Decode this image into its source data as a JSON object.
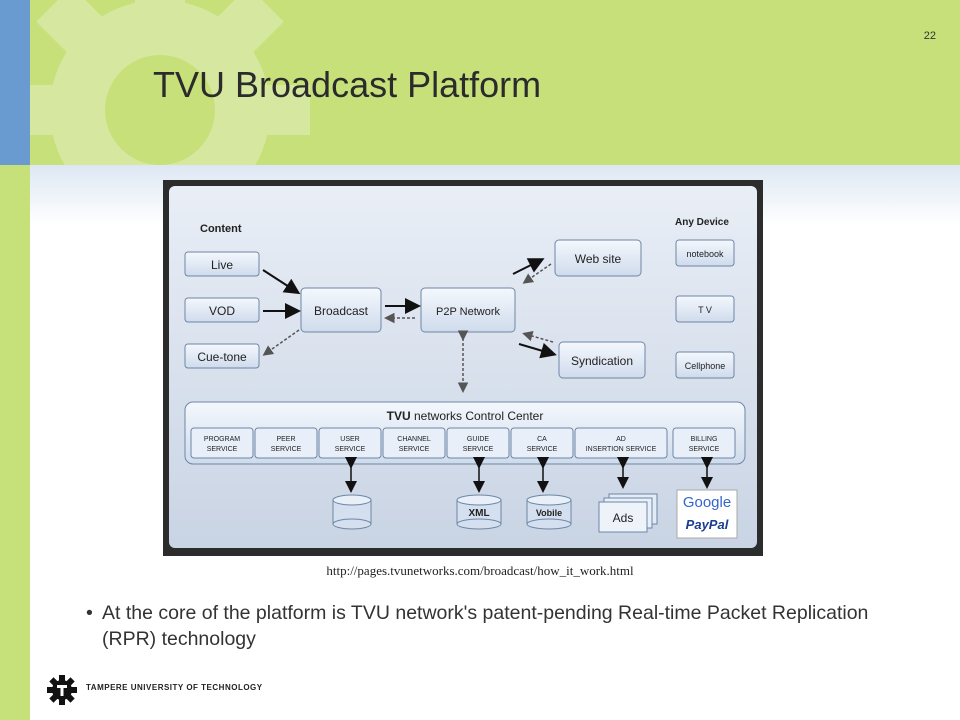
{
  "slide": {
    "number": "22",
    "title": "TVU Broadcast Platform",
    "caption": "http://pages.tvunetworks.com/broadcast/how_it_work.html",
    "bullet": "At the core of the platform is TVU network's patent-pending Real-time Packet Replication (RPR) technology",
    "footer": "TAMPERE UNIVERSITY OF TECHNOLOGY"
  },
  "diagram": {
    "content_label": "Content",
    "any_device_label": "Any Device",
    "sources": [
      "Live",
      "VOD",
      "Cue-tone"
    ],
    "broadcast": "Broadcast",
    "p2p": "P2P Network",
    "website": "Web site",
    "syndication": "Syndication",
    "devices": [
      "notebook",
      "T V",
      "Cellphone"
    ],
    "control_center_brand": "TVU",
    "control_center": "networks Control Center",
    "services": [
      {
        "l1": "PROGRAM",
        "l2": "SERVICE"
      },
      {
        "l1": "PEER",
        "l2": "SERVICE"
      },
      {
        "l1": "USER",
        "l2": "SERVICE"
      },
      {
        "l1": "CHANNEL",
        "l2": "SERVICE"
      },
      {
        "l1": "GUIDE",
        "l2": "SERVICE"
      },
      {
        "l1": "CA",
        "l2": "SERVICE"
      },
      {
        "l1": "AD",
        "l2": "INSERTION SERVICE"
      },
      {
        "l1": "BILLING",
        "l2": "SERVICE"
      }
    ],
    "xml": "XML",
    "vobile": "Vobile",
    "ads": "Ads",
    "google": "Google",
    "paypal": "PayPal"
  },
  "colors": {
    "header_green": "#c8e07a",
    "side_blue": "#6a9bd0",
    "box_blue": "#dde8f5"
  }
}
